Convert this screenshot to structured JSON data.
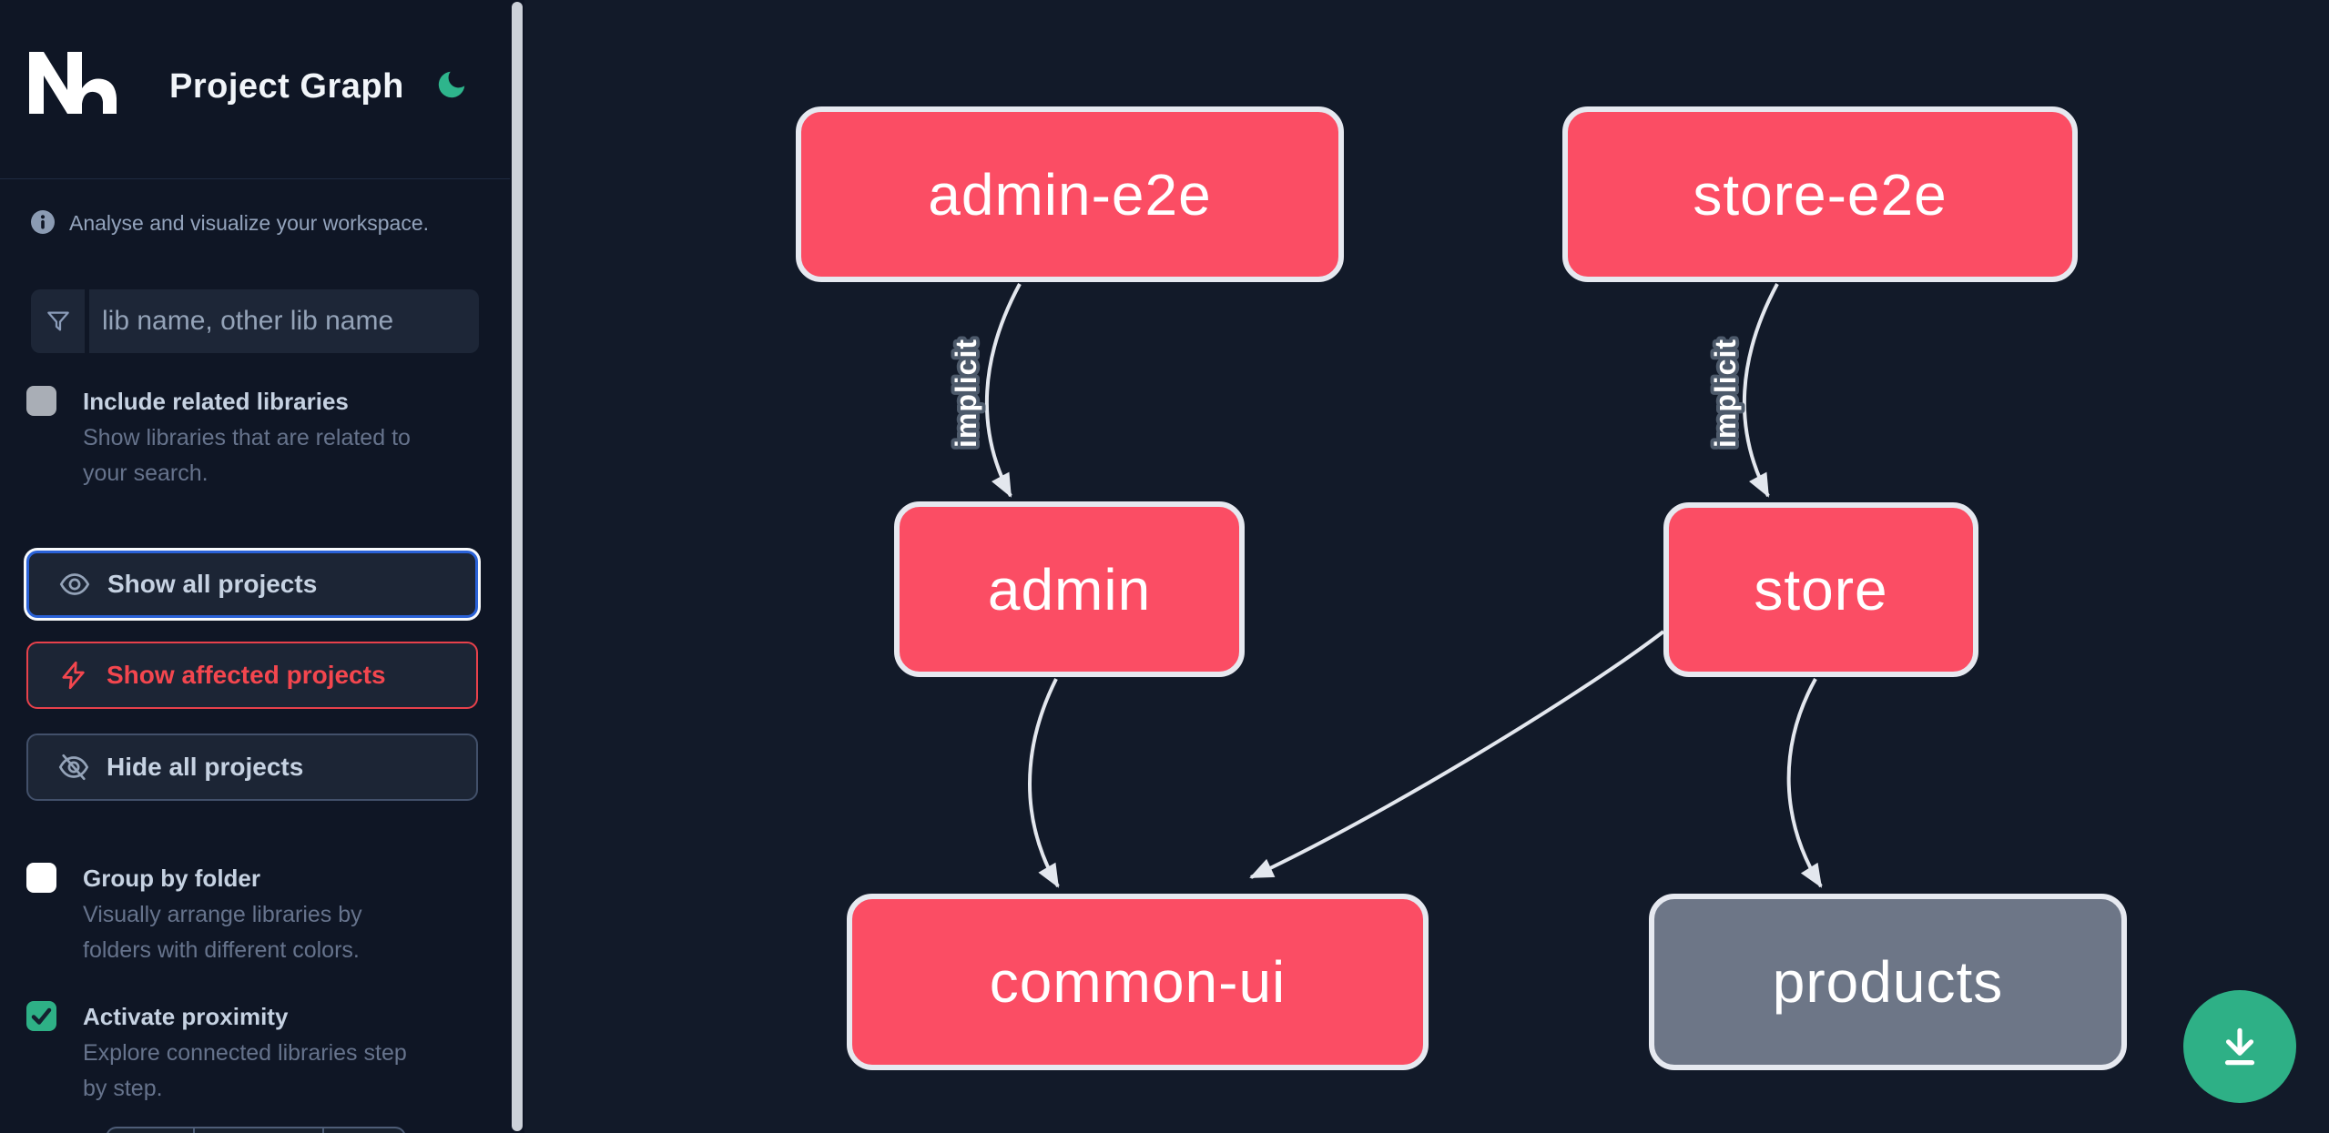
{
  "header": {
    "app_name": "Nx",
    "title": "Project Graph",
    "theme_toggle_icon": "moon-icon"
  },
  "sidebar": {
    "tagline": "Analyse and visualize your workspace.",
    "search_placeholder": "lib name, other lib name",
    "options": [
      {
        "label": "Include related libraries",
        "checked": false,
        "description_lines": [
          "Show libraries that are related to",
          "your search."
        ]
      },
      {
        "label": "Group by folder",
        "checked": false,
        "description_lines": [
          "Visually arrange libraries by",
          "folders with different colors."
        ]
      },
      {
        "label": "Activate proximity",
        "checked": true,
        "description_lines": [
          "Explore connected libraries step",
          "by step."
        ]
      }
    ],
    "actions": [
      {
        "label": "Show all projects",
        "icon": "eye-icon",
        "state": "focused"
      },
      {
        "label": "Show affected projects",
        "icon": "bolt-icon",
        "state": "affected"
      },
      {
        "label": "Hide all projects",
        "icon": "eye-off-icon",
        "state": "default"
      }
    ]
  },
  "graph": {
    "nodes": [
      {
        "id": "admin-e2e",
        "label": "admin-e2e",
        "type": "affected"
      },
      {
        "id": "store-e2e",
        "label": "store-e2e",
        "type": "affected"
      },
      {
        "id": "admin",
        "label": "admin",
        "type": "affected"
      },
      {
        "id": "store",
        "label": "store",
        "type": "affected"
      },
      {
        "id": "common-ui",
        "label": "common-ui",
        "type": "affected"
      },
      {
        "id": "products",
        "label": "products",
        "type": "normal"
      }
    ],
    "edges": [
      {
        "from": "admin-e2e",
        "to": "admin",
        "label": "implicit"
      },
      {
        "from": "store-e2e",
        "to": "store",
        "label": "implicit"
      },
      {
        "from": "admin",
        "to": "common-ui",
        "label": ""
      },
      {
        "from": "store",
        "to": "common-ui",
        "label": ""
      },
      {
        "from": "store",
        "to": "products",
        "label": ""
      }
    ]
  },
  "fab": {
    "icon": "download-icon"
  },
  "colors": {
    "bg-canvas": "#121a29",
    "bg-sidebar": "#0f1625",
    "node-pink": "#fb4d64",
    "node-gray": "#6d7687",
    "node-border": "#e6e9f0",
    "edge": "#e3e7ee",
    "accent-blue": "#2a62d8",
    "affected-red": "#e8414b",
    "green": "#2eb086",
    "text-strong": "#f1f5f9",
    "text-label": "#c6d2e2",
    "text-muted": "#66738c",
    "placeholder": "#94a3b8"
  }
}
